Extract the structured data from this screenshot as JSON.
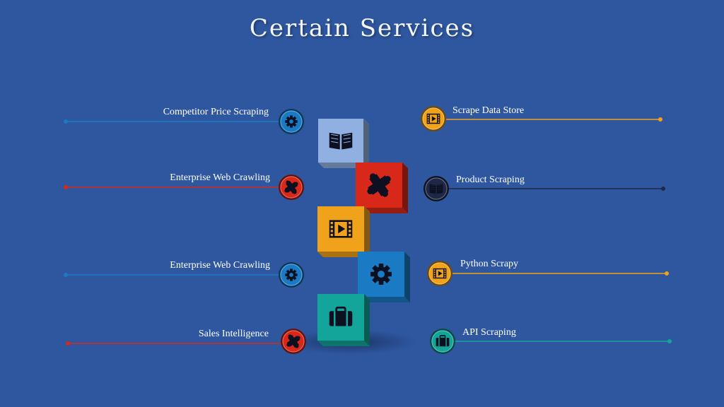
{
  "slide": {
    "title": "Certain Services"
  },
  "colors": {
    "background": "#2f57a0",
    "blue": "#1a7bc4",
    "red": "#d8281a",
    "orange": "#f0a21a",
    "navy": "#1e2846",
    "teal": "#14a59a",
    "light": "#8fb0e0"
  },
  "services": [
    {
      "label": "Competitor Price Scraping",
      "side": "left",
      "icon": "gear-icon",
      "color": "blue"
    },
    {
      "label": "Enterprise Web Crawling",
      "side": "left",
      "icon": "puzzle-icon",
      "color": "red"
    },
    {
      "label": "Enterprise Web Crawling",
      "side": "left",
      "icon": "gear-icon",
      "color": "blue"
    },
    {
      "label": "Sales Intelligence",
      "side": "left",
      "icon": "puzzle-icon",
      "color": "red"
    },
    {
      "label": "Scrape Data Store",
      "side": "right",
      "icon": "film-icon",
      "color": "orange"
    },
    {
      "label": "Product Scraping",
      "side": "right",
      "icon": "book-icon",
      "color": "navy"
    },
    {
      "label": "Python Scrapy",
      "side": "right",
      "icon": "film-icon",
      "color": "orange"
    },
    {
      "label": "API Scraping",
      "side": "right",
      "icon": "briefcase-icon",
      "color": "teal"
    }
  ],
  "cubes": [
    {
      "icon": "book-icon",
      "color": "light"
    },
    {
      "icon": "puzzle-icon",
      "color": "red"
    },
    {
      "icon": "film-icon",
      "color": "orange"
    },
    {
      "icon": "gear-icon",
      "color": "blue"
    },
    {
      "icon": "briefcase-icon",
      "color": "teal"
    }
  ]
}
